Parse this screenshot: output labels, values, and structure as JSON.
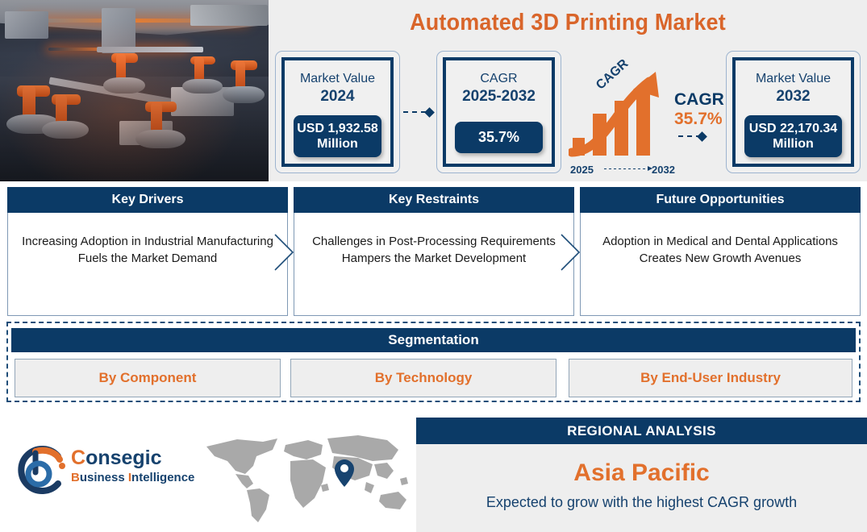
{
  "title": "Automated 3D Printing Market",
  "hero": {
    "alt": "robotic-3d-printing-factory"
  },
  "stats": {
    "left": {
      "label": "Market Value",
      "year": "2024",
      "value": "USD 1,932.58",
      "unit": "Million"
    },
    "middle": {
      "label": "CAGR",
      "year": "2025-2032",
      "value": "35.7%"
    },
    "right": {
      "label": "Market Value",
      "year": "2032",
      "value": "USD 22,170.34",
      "unit": "Million"
    }
  },
  "chart_data": {
    "type": "bar",
    "title": "CAGR",
    "categories": [
      "2025",
      "",
      "",
      "2032"
    ],
    "values": [
      30,
      55,
      72,
      92
    ],
    "ylim": [
      0,
      100
    ],
    "xlabel_start": "2025",
    "xlabel_end": "2032",
    "annotation_rotated": "CAGR",
    "callout_label": "CAGR",
    "callout_value": "35.7%",
    "grid": false,
    "legend": "none",
    "bar_color": "#e2702c",
    "text_color": "#16426e"
  },
  "drivers": [
    {
      "heading": "Key Drivers",
      "body": "Increasing Adoption in Industrial Manufacturing Fuels the Market Demand"
    },
    {
      "heading": "Key Restraints",
      "body": "Challenges in Post-Processing Requirements Hampers the Market Development"
    },
    {
      "heading": "Future Opportunities",
      "body": "Adoption in Medical and Dental Applications Creates New Growth Avenues"
    }
  ],
  "segmentation": {
    "heading": "Segmentation",
    "items": [
      "By Component",
      "By Technology",
      "By End-User Industry"
    ]
  },
  "regional": {
    "heading": "REGIONAL ANALYSIS",
    "region": "Asia Pacific",
    "subtitle": "Expected to grow with the highest CAGR growth",
    "pin": "map-pin-icon"
  },
  "logo": {
    "mark": "consegic-logo-mark",
    "name_accent": "C",
    "name_rest": "onsegic",
    "tagline_b": "B",
    "tagline_usiness": "usiness ",
    "tagline_i": "I",
    "tagline_ntelligence": "ntelligence"
  },
  "colors": {
    "navy": "#0b3a66",
    "orange": "#e2702c",
    "light_gray": "#eeeeee",
    "text_navy": "#16426e"
  }
}
